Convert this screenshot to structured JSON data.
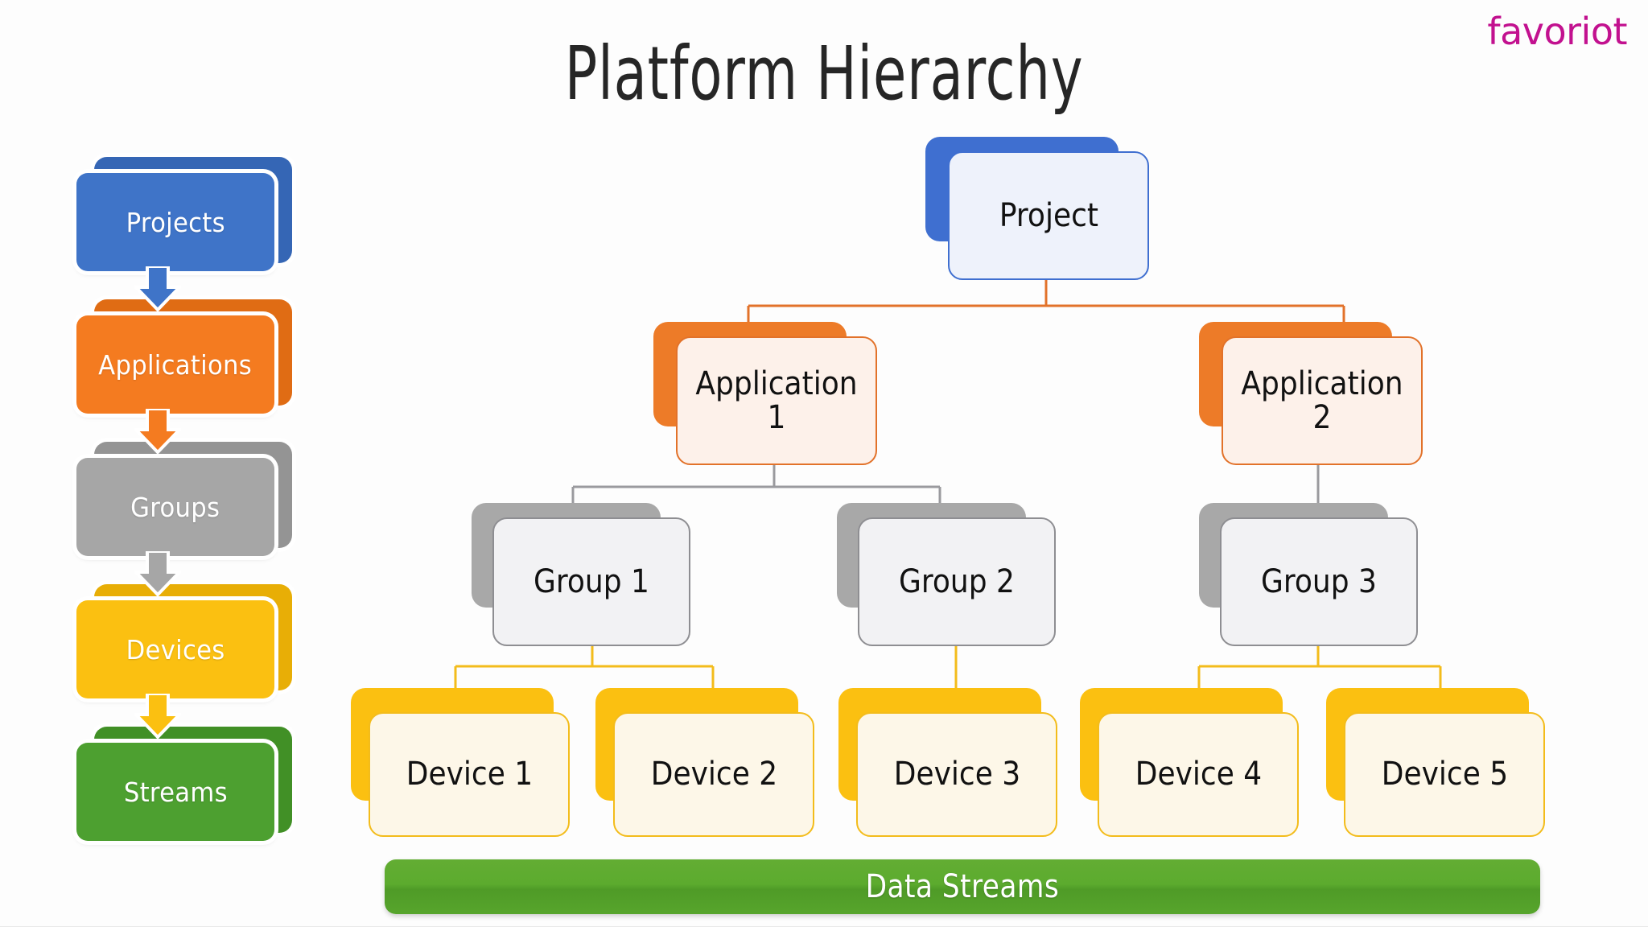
{
  "brand": {
    "name": "favoriot",
    "color": "#c2118f"
  },
  "page": {
    "title": "Platform Hierarchy",
    "background": "#fdfdfd"
  },
  "legend": {
    "name": "hierarchy-levels",
    "items": [
      {
        "label": "Projects",
        "color": "#3f74c8",
        "shade": "#3566b5",
        "arrow_color": "#3f74c8"
      },
      {
        "label": "Applications",
        "color": "#f47b20",
        "shade": "#e06c14",
        "arrow_color": "#f47b20"
      },
      {
        "label": "Groups",
        "color": "#a6a6a6",
        "shade": "#949494",
        "arrow_color": "#a6a6a6"
      },
      {
        "label": "Devices",
        "color": "#fbc011",
        "shade": "#e8ae06",
        "arrow_color": "#fbc011"
      },
      {
        "label": "Streams",
        "color": "#4da030",
        "shade": "#419026",
        "arrow_color": "#4da030"
      }
    ]
  },
  "tree": {
    "project": {
      "label": "Project",
      "accent": "#3f6fd0"
    },
    "applications": [
      {
        "label": "Application 1",
        "accent": "#ed7b28"
      },
      {
        "label": "Application 2",
        "accent": "#ed7b28"
      }
    ],
    "groups": [
      {
        "label": "Group 1",
        "accent": "#a8a8a8"
      },
      {
        "label": "Group 2",
        "accent": "#a8a8a8"
      },
      {
        "label": "Group 3",
        "accent": "#a8a8a8"
      }
    ],
    "devices": [
      {
        "label": "Device 1",
        "accent": "#fbc011"
      },
      {
        "label": "Device 2",
        "accent": "#fbc011"
      },
      {
        "label": "Device 3",
        "accent": "#fbc011"
      },
      {
        "label": "Device 4",
        "accent": "#fbc011"
      },
      {
        "label": "Device 5",
        "accent": "#fbc011"
      }
    ],
    "connector_colors": {
      "project_to_application": "#e2722a",
      "application_to_group": "#8e8e92",
      "group_to_device": "#fbc011"
    }
  },
  "streams_bar": {
    "label": "Data Streams",
    "color": "#57a52c"
  }
}
